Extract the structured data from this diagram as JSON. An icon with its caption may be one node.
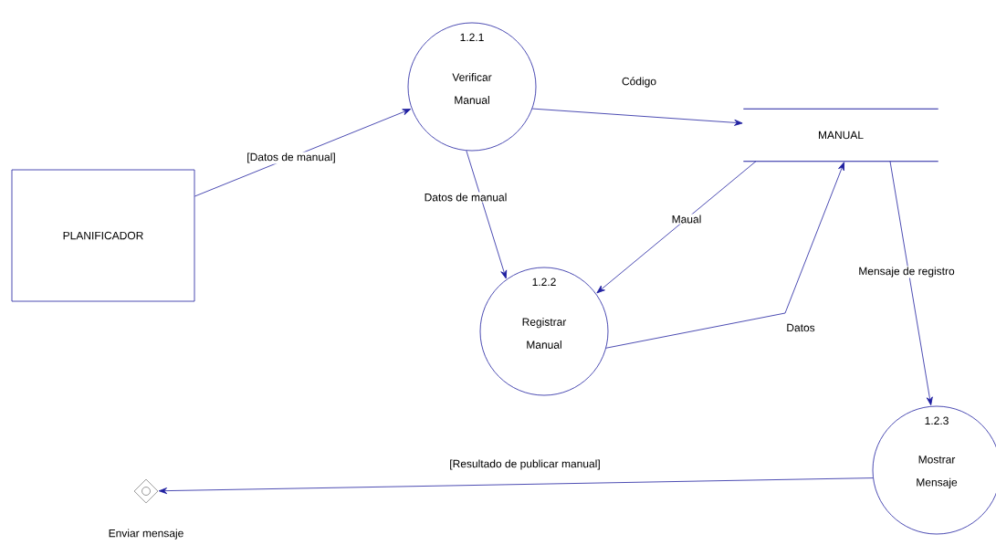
{
  "diagram": {
    "nodes": [
      {
        "text": [
          "PLANIFICADOR"
        ]
      },
      {
        "text": [
          "1.2.1",
          "Verificar Manual"
        ]
      },
      {
        "text": [
          "MANUAL"
        ]
      },
      {
        "text": [
          "1.2.2",
          "Registrar Manual"
        ]
      },
      {
        "text": [
          "1.2.3",
          "Mostrar Mensaje"
        ]
      },
      {
        "text": [
          "Enviar mensaje"
        ]
      }
    ],
    "edges": [
      {
        "from": 0,
        "to": 1,
        "arrow": "to",
        "label": "[Datos de manual]"
      },
      {
        "from": 1,
        "to": 2,
        "arrow": "to",
        "label": "Código"
      },
      {
        "from": 1,
        "to": 3,
        "arrow": "to",
        "label": "Datos de manual"
      },
      {
        "from": 2,
        "to": 3,
        "arrow": "to",
        "label": "Maual"
      },
      {
        "from": 3,
        "to": 2,
        "arrow": "to",
        "label": "Datos"
      },
      {
        "from": 2,
        "to": 4,
        "arrow": "to",
        "label": "Mensaje de registro"
      },
      {
        "from": 4,
        "to": 5,
        "arrow": "to",
        "label": "[Resultado de publicar manual]"
      }
    ]
  }
}
